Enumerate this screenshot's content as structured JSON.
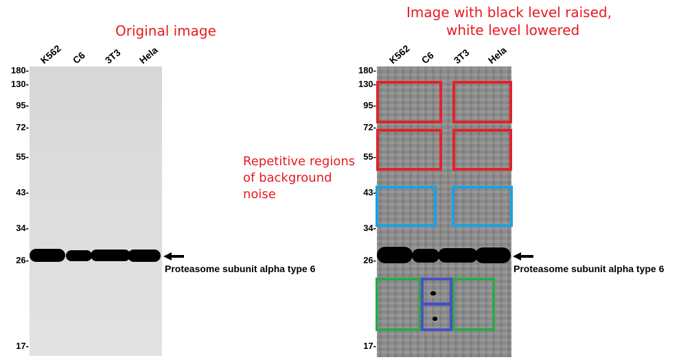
{
  "left_panel": {
    "title": "Original image",
    "lanes": [
      "K562",
      "C6",
      "3T3",
      "Hela"
    ],
    "markers": [
      "180-",
      "130-",
      "95-",
      "72-",
      "55-",
      "43-",
      "34-",
      "26-",
      "17-"
    ],
    "protein_label": "Proteasome subunit alpha type 6"
  },
  "right_panel": {
    "title_line1": "Image with black level raised,",
    "title_line2": "white level lowered",
    "lanes": [
      "K562",
      "C6",
      "3T3",
      "Hela"
    ],
    "markers": [
      "180-",
      "130-",
      "95-",
      "72-",
      "55-",
      "43-",
      "34-",
      "26-",
      "17-"
    ],
    "protein_label": "Proteasome subunit alpha type 6"
  },
  "annotation": "Repetitive regions\nof background\nnoise",
  "colors": {
    "annotation_text": "#e8191f",
    "box_red": "#e32229",
    "box_cyan": "#1aa3e0",
    "box_green": "#2ea84a",
    "box_blue": "#4a4fc6",
    "left_blot_bg": "#d9d9d9",
    "right_blot_bg": "#8a8a8a"
  }
}
